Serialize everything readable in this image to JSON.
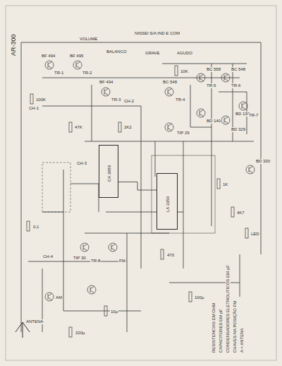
{
  "diagram": {
    "title": "AR-300",
    "nodes": [
      {
        "text": [
          "CA 3089"
        ]
      },
      {
        "text": [
          "LA 3350"
        ]
      }
    ],
    "edges": [
      {
        "from": 0,
        "to": 1,
        "arrow": "none"
      }
    ],
    "labels": [
      "NISSEI S/A IND E COM",
      "VOLUME",
      "BALANCO",
      "GRAVE",
      "AGUDO",
      "CH-1",
      "CH-2",
      "CH-3",
      "CH-4",
      "BF 494",
      "BF 495",
      "BF 494",
      "BC 548",
      "BC 558",
      "BC 548",
      "BD 139",
      "BD 140",
      "BD 329",
      "BD 330",
      "TIP 29",
      "TIP 30",
      "TR-1",
      "TR-2",
      "TR-3",
      "TR-4",
      "TR-5",
      "TR-6",
      "TR-7",
      "TR-8",
      "100K",
      "47K",
      "2K2",
      "10K",
      "1K",
      "4K7",
      "470",
      "100µ",
      "220µ",
      "10µ",
      "0,1",
      "LED",
      "FM",
      "AM",
      "ANTENA",
      "RESISTENCIAS EM OHM",
      "CAPACITORES EM pF",
      "CONDENSADORES ELETROLITICOS EM µF",
      "CHAVES NA POSIÇÃO FM",
      "A = ANTENA"
    ]
  }
}
